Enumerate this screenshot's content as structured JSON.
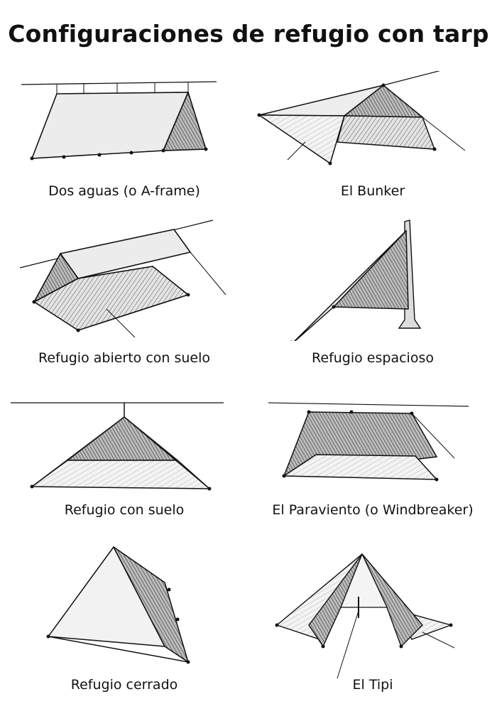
{
  "title": "Configuraciones de refugio con tarp",
  "configurations": [
    {
      "label": "Dos aguas (o A-frame)"
    },
    {
      "label": "El Bunker"
    },
    {
      "label": "Refugio abierto con suelo"
    },
    {
      "label": "Refugio espacioso"
    },
    {
      "label": "Refugio con suelo"
    },
    {
      "label": "El Paraviento (o Windbreaker)"
    },
    {
      "label": "Refugio cerrado"
    },
    {
      "label": "El Tipi"
    }
  ]
}
